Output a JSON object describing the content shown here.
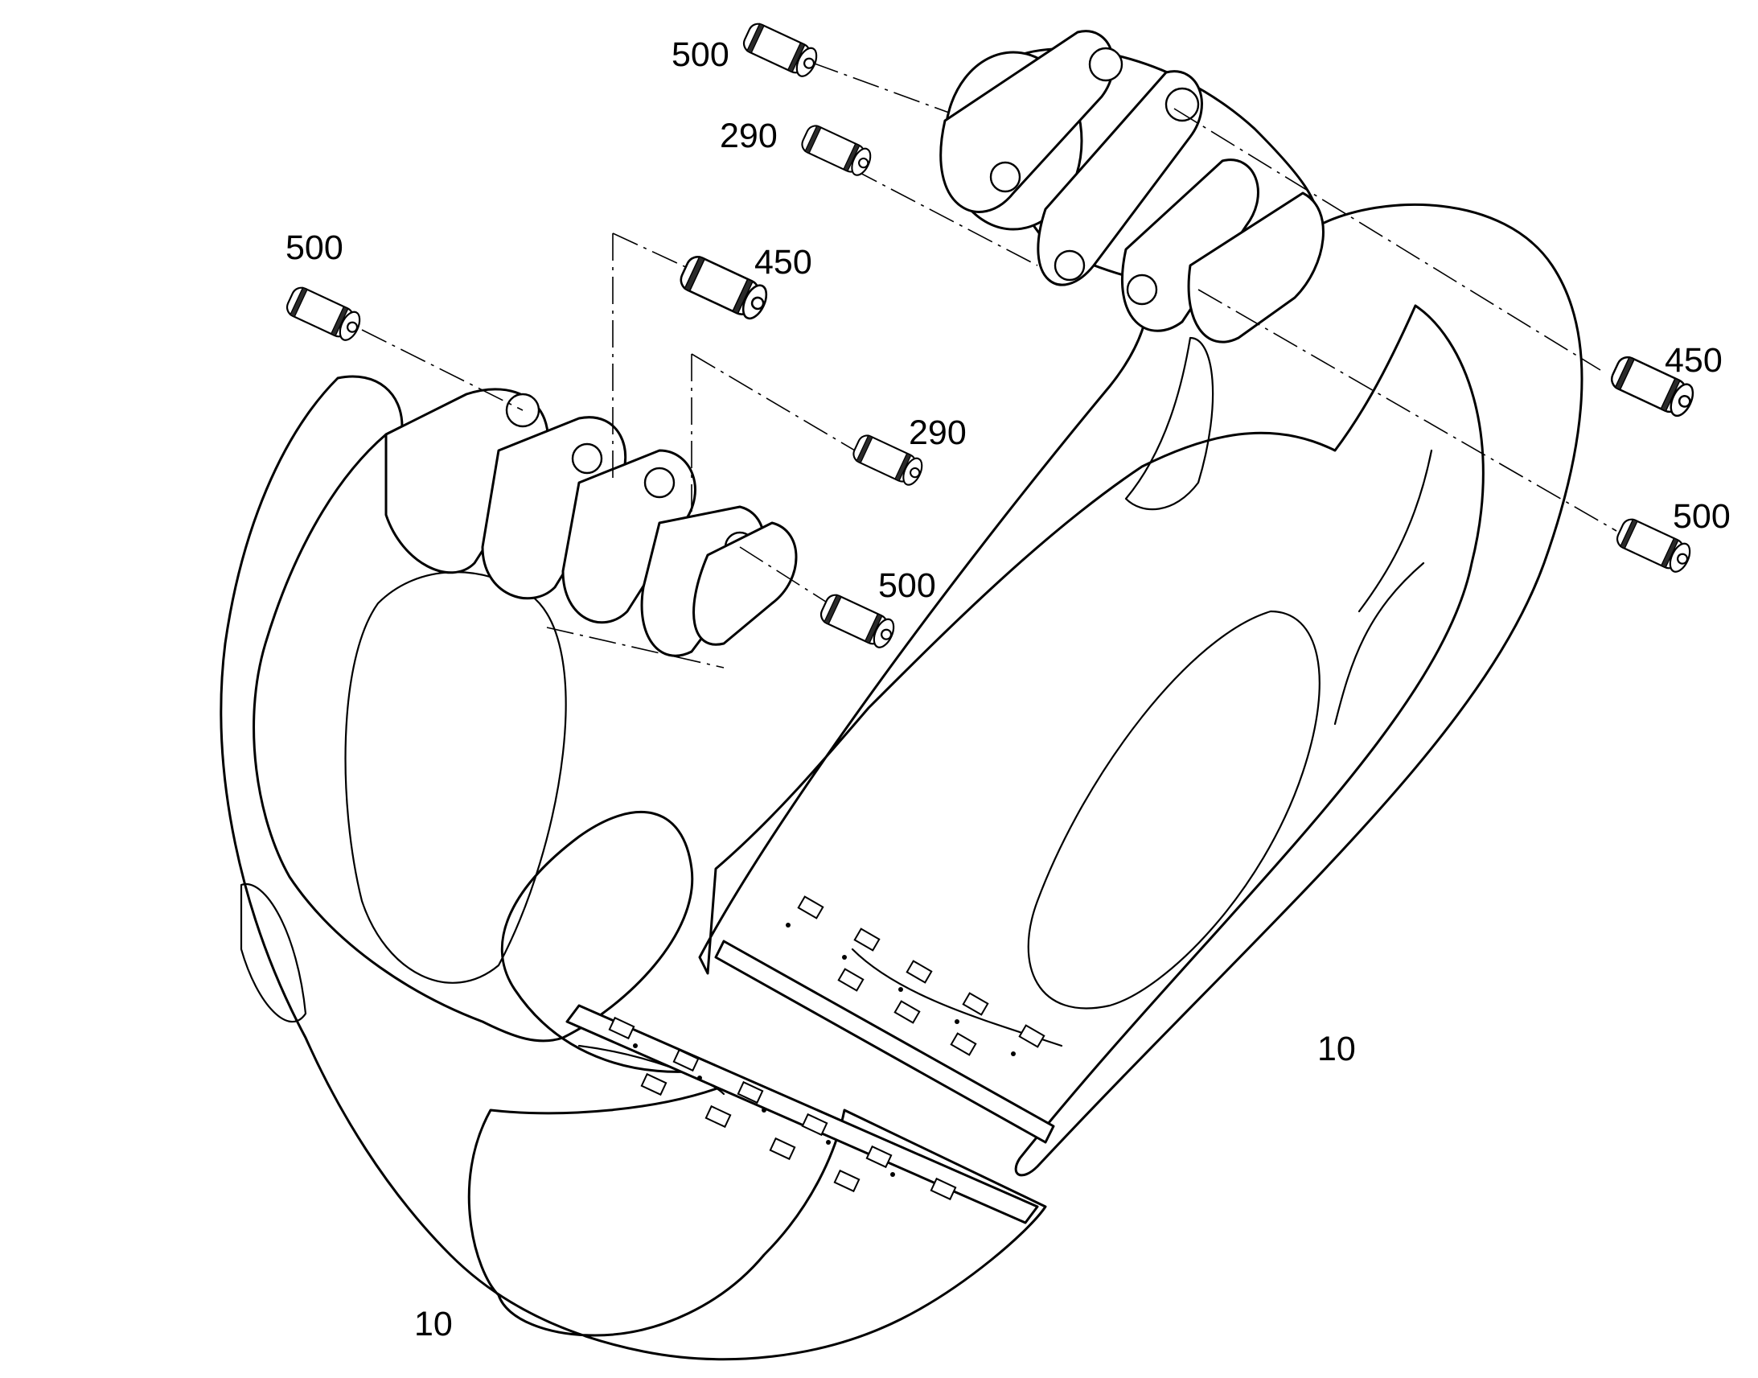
{
  "diagram": {
    "parts": [
      {
        "id": "pin-500-top",
        "number": "500"
      },
      {
        "id": "pin-290-top",
        "number": "290"
      },
      {
        "id": "pin-500-left",
        "number": "500"
      },
      {
        "id": "pin-450-mid",
        "number": "450"
      },
      {
        "id": "pin-450-right",
        "number": "450"
      },
      {
        "id": "pin-290-mid",
        "number": "290"
      },
      {
        "id": "pin-500-right",
        "number": "500"
      },
      {
        "id": "pin-500-mid",
        "number": "500"
      },
      {
        "id": "jaw-right",
        "number": "10"
      },
      {
        "id": "jaw-left",
        "number": "10"
      }
    ]
  }
}
